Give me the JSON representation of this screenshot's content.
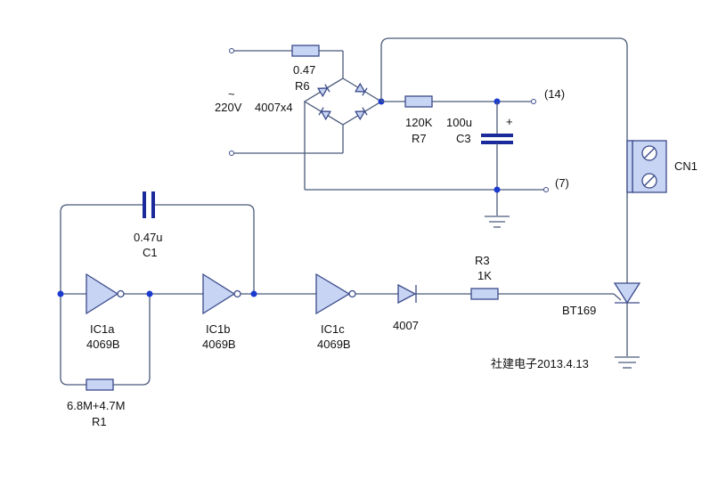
{
  "labels": {
    "r6_value": "0.47",
    "r6_name": "R6",
    "ac_symbol": "~",
    "ac_voltage": "220V",
    "bridge": "4007x4",
    "r7_value": "120K",
    "r7_name": "R7",
    "c3_value": "100u",
    "c3_name": "C3",
    "c3_plus": "+",
    "pin14": "(14)",
    "pin7": "(7)",
    "cn1": "CN1",
    "c1_value": "0.47u",
    "c1_name": "C1",
    "ic1a_name": "IC1a",
    "ic1a_type": "4069B",
    "ic1b_name": "IC1b",
    "ic1b_type": "4069B",
    "ic1c_name": "IC1c",
    "ic1c_type": "4069B",
    "diode": "4007",
    "r3_name": "R3",
    "r3_value": "1K",
    "triac": "BT169",
    "credit": "社建电子2013.4.13",
    "r1_value": "6.8M+4.7M",
    "r1_name": "R1"
  },
  "colors": {
    "wire": "#4a5a7a",
    "component_fill": "#c8d4f4",
    "component_stroke": "#3a4a8a",
    "junction": "#1a3ad0"
  }
}
